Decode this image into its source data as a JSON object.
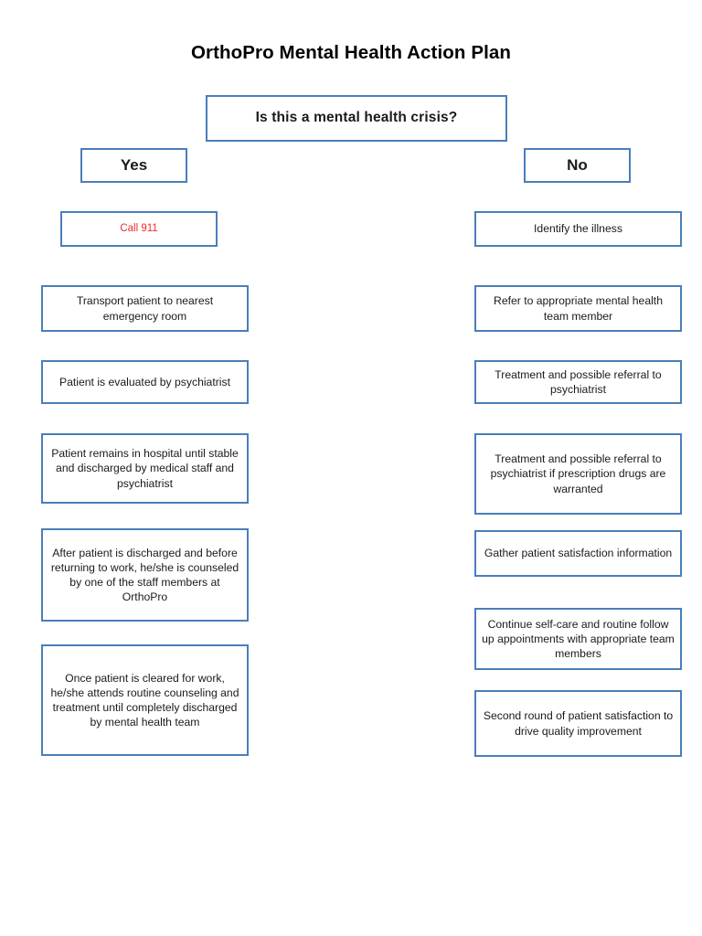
{
  "document": {
    "title": "OrthoPro Mental Health Action Plan"
  },
  "flowchart": {
    "type": "flowchart",
    "orientation": "top-down, two branches",
    "colors": {
      "node_border": "#4a7ebb",
      "node_fill": "#ffffff",
      "text": "#1a1a1a",
      "emergency_text": "#ee2b2b",
      "title_text": "#000000",
      "background": "#ffffff"
    },
    "decision": {
      "label": "Is this a mental health crisis?"
    },
    "branches": [
      {
        "id": "yes-branch",
        "label": "Yes",
        "steps": [
          {
            "id": "call-911",
            "label": "Call 911",
            "style": "emergency"
          },
          {
            "id": "transport-patient",
            "label": "Transport patient to nearest emergency room",
            "style": "step"
          },
          {
            "id": "patient-evaluated",
            "label": "Patient is evaluated by psychiatrist",
            "style": "step"
          },
          {
            "id": "patient-remains-in-hospital",
            "label": "Patient remains in hospital until stable and discharged by medical staff and psychiatrist",
            "style": "step"
          },
          {
            "id": "counseled-before-return-to-work",
            "label": "After patient is discharged and before returning to work, he/she is counseled by one of the staff members at OrthoPro",
            "style": "step"
          },
          {
            "id": "routine-counseling-until-discharged",
            "label": "Once patient is cleared for work, he/she attends routine counseling and treatment until completely discharged by mental health team",
            "style": "step"
          }
        ]
      },
      {
        "id": "no-branch",
        "label": "No",
        "steps": [
          {
            "id": "identify-illness",
            "label": "Identify the illness",
            "style": "step"
          },
          {
            "id": "refer-to-team-member",
            "label": "Refer to appropriate mental health team member",
            "style": "step"
          },
          {
            "id": "treatment-referral",
            "label": "Treatment and possible referral to psychiatrist",
            "style": "step"
          },
          {
            "id": "treatment-referral-prescription",
            "label": "Treatment and possible referral to psychiatrist if prescription drugs are warranted",
            "style": "step"
          },
          {
            "id": "gather-satisfaction",
            "label": "Gather patient satisfaction information",
            "style": "step"
          },
          {
            "id": "continue-self-care",
            "label": "Continue self-care and routine follow up appointments with appropriate team members",
            "style": "step"
          },
          {
            "id": "second-round-satisfaction",
            "label": "Second round of patient satisfaction to drive quality improvement",
            "style": "step"
          }
        ]
      }
    ]
  }
}
